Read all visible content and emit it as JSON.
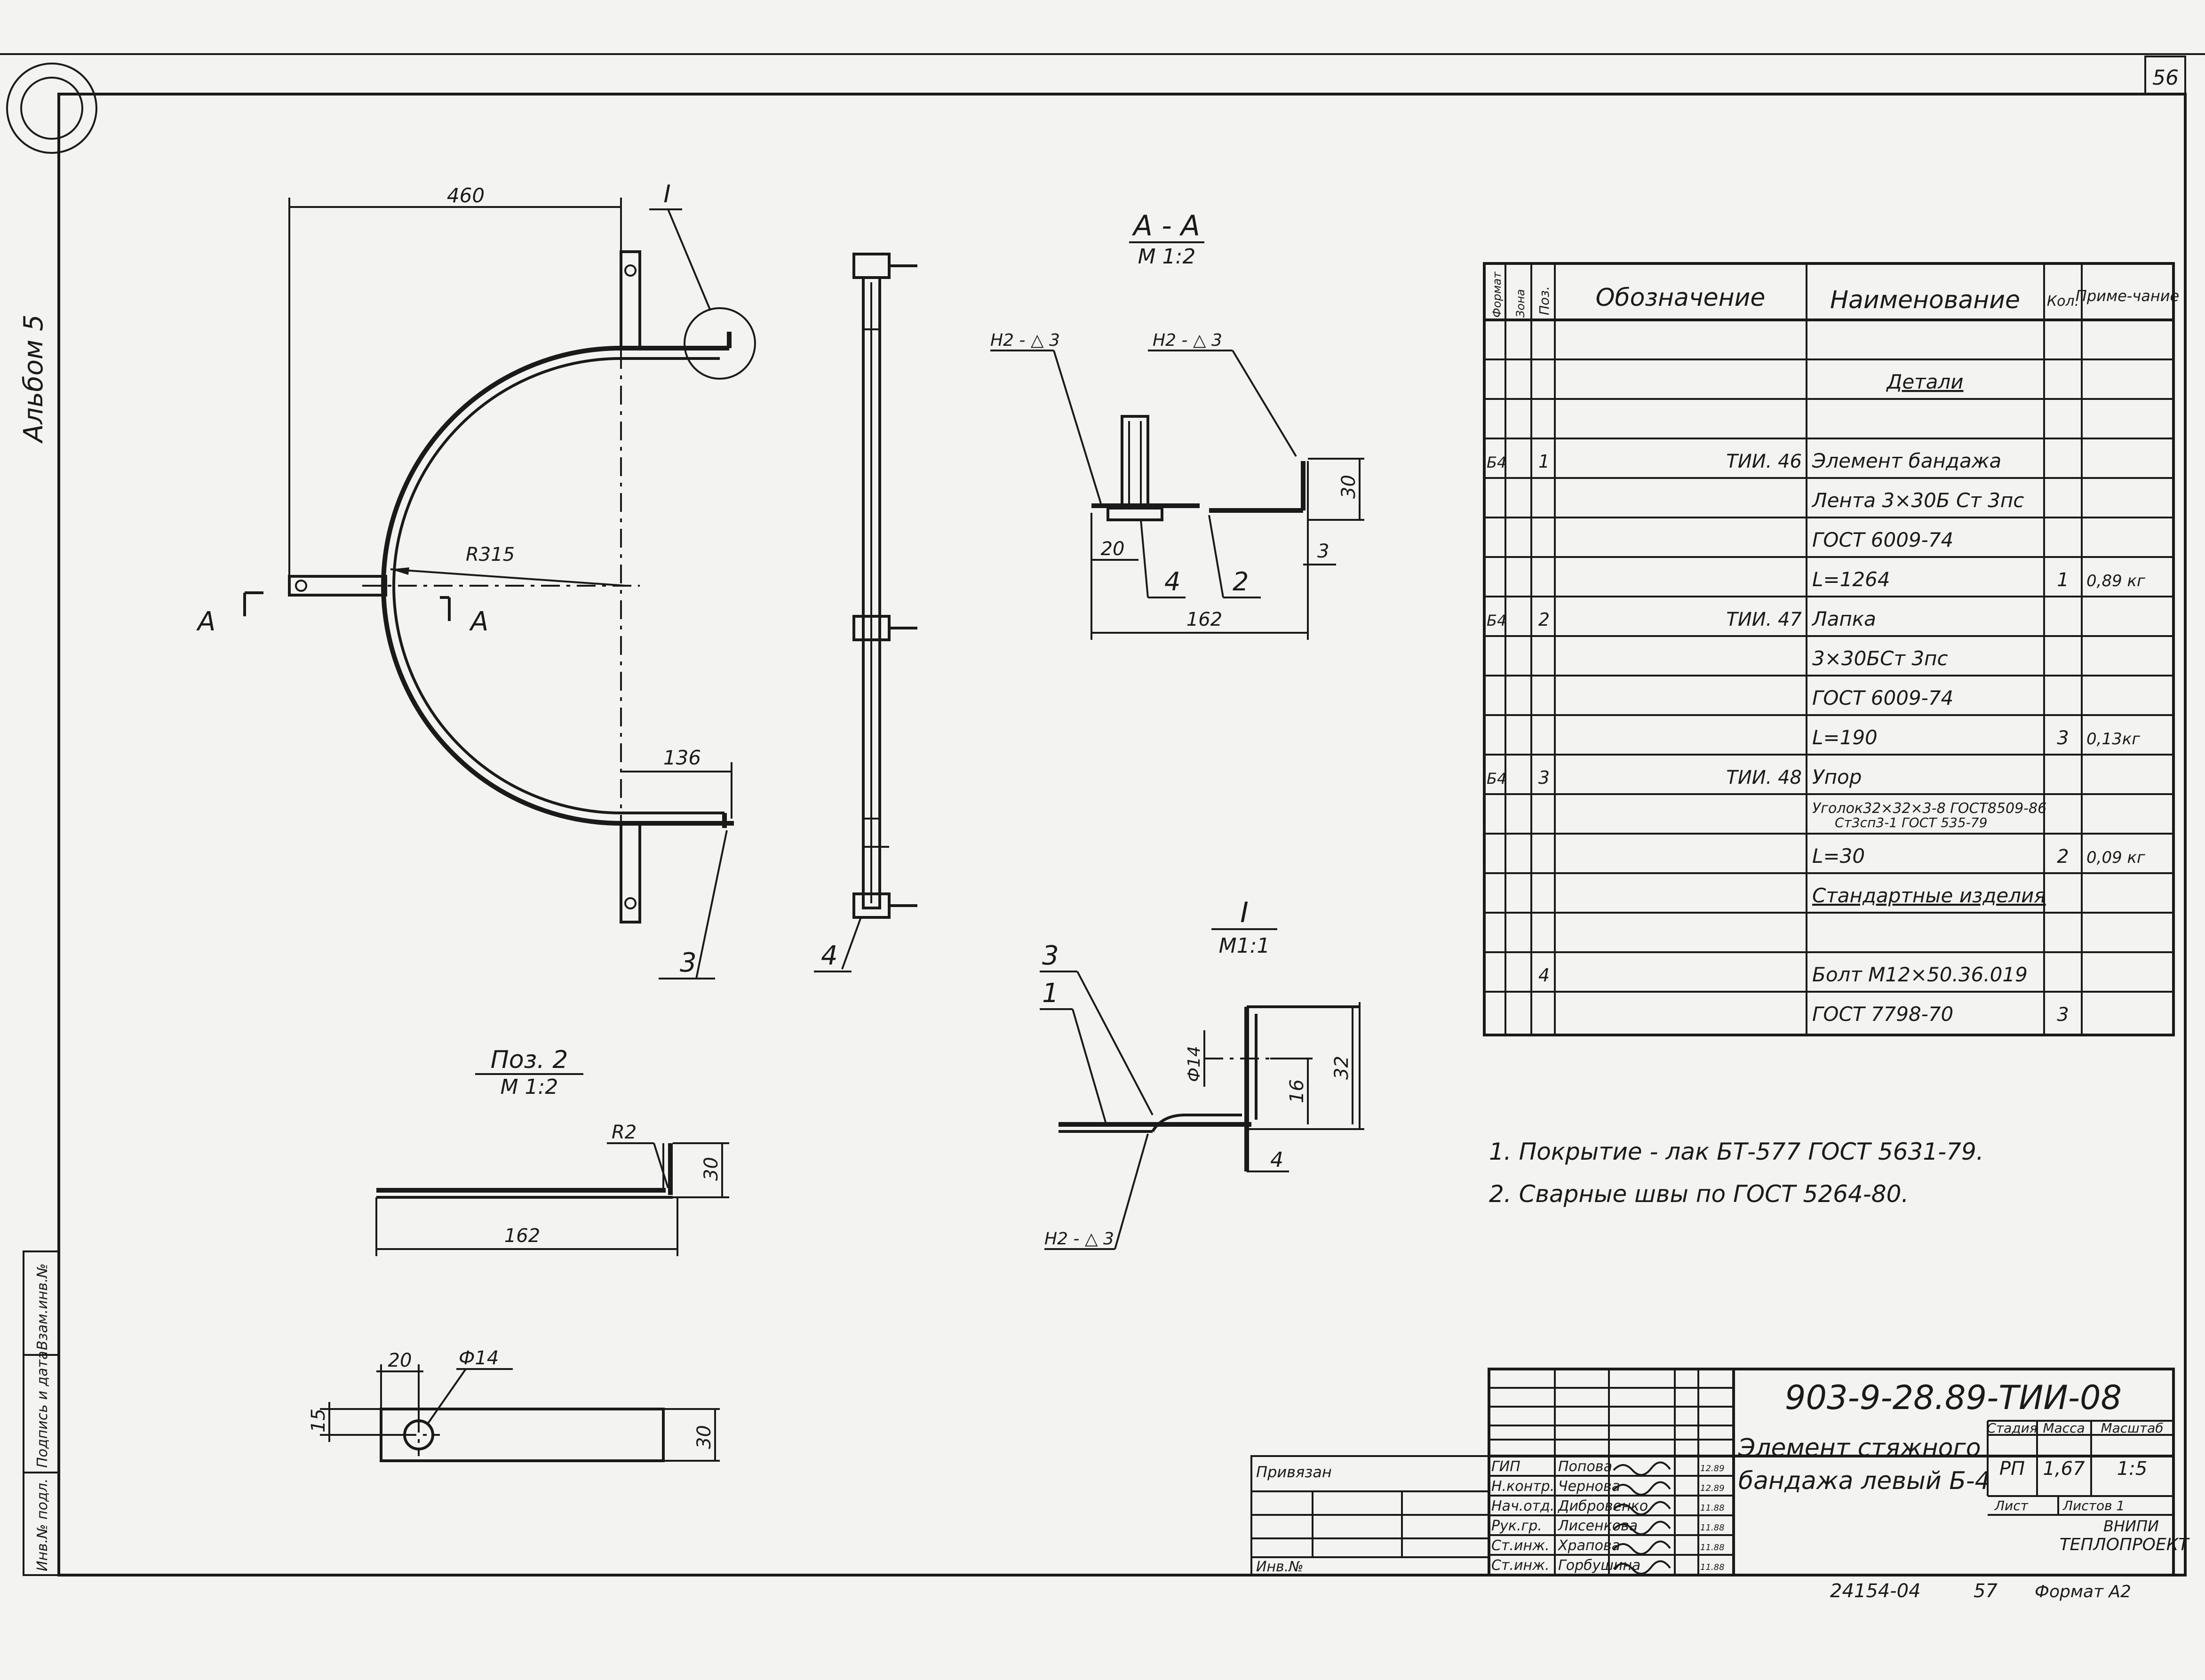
{
  "sheet": {
    "sheet_number": "56",
    "album": "Альбом 5",
    "bottom_numbers": {
      "code": "24154-04",
      "page": "57",
      "format": "Формат А2"
    },
    "side_stamp": [
      "Инв.№ подл.",
      "Подпись и дата",
      "Взам.инв.№"
    ]
  },
  "views": {
    "main": {
      "dim_460": "460",
      "dim_136": "136",
      "radius": "R315",
      "callout": "I",
      "pos_3": "3",
      "section_mark": "А"
    },
    "side": {
      "pos_4": "4"
    },
    "section_aa": {
      "title": "А - А",
      "scale": "М 1:2",
      "weld_1": "Н2 - △ 3",
      "weld_2": "Н2 - △ 3",
      "dim_20": "20",
      "dim_162": "162",
      "dim_30": "30",
      "dim_3": "3",
      "pos_4": "4",
      "pos_2": "2"
    },
    "detail_i": {
      "title": "I",
      "scale": "М1:1",
      "pos_3": "3",
      "pos_1": "1",
      "dim_d14": "Ф14",
      "dim_16": "16",
      "dim_32": "32",
      "dim_4": "4",
      "weld": "Н2 - △ 3"
    },
    "pos2": {
      "title": "Поз. 2",
      "scale": "М 1:2",
      "radius": "R2",
      "dim_30": "30",
      "dim_162": "162"
    },
    "plate": {
      "dim_20": "20",
      "dim_d14": "Ф14",
      "dim_15": "15",
      "dim_30": "30"
    }
  },
  "spec": {
    "headers": {
      "format": "Формат",
      "zone": "Зона",
      "pos": "Поз.",
      "designation": "Обозначение",
      "name": "Наименование",
      "qty": "Кол.",
      "note": "Приме-чание"
    },
    "rows": [
      {
        "f": "",
        "p": "",
        "d": "",
        "n": "",
        "q": "",
        "m": ""
      },
      {
        "f": "",
        "p": "",
        "d": "",
        "n": "Детали",
        "q": "",
        "m": ""
      },
      {
        "f": "",
        "p": "",
        "d": "",
        "n": "",
        "q": "",
        "m": ""
      },
      {
        "f": "Б4",
        "p": "1",
        "d": "ТИИ. 46",
        "n": "Элемент бандажа",
        "q": "",
        "m": ""
      },
      {
        "f": "",
        "p": "",
        "d": "",
        "n": "Лента 3×30Б Ст 3пс",
        "q": "",
        "m": ""
      },
      {
        "f": "",
        "p": "",
        "d": "",
        "n": "ГОСТ 6009-74",
        "q": "",
        "m": ""
      },
      {
        "f": "",
        "p": "",
        "d": "",
        "n": "L=1264",
        "q": "1",
        "m": "0,89 кг"
      },
      {
        "f": "Б4",
        "p": "2",
        "d": "ТИИ. 47",
        "n": "Лапка",
        "q": "",
        "m": ""
      },
      {
        "f": "",
        "p": "",
        "d": "",
        "n": "3×30БСт 3пс",
        "q": "",
        "m": ""
      },
      {
        "f": "",
        "p": "",
        "d": "",
        "n": "ГОСТ 6009-74",
        "q": "",
        "m": ""
      },
      {
        "f": "",
        "p": "",
        "d": "",
        "n": "L=190",
        "q": "3",
        "m": "0,13кг"
      },
      {
        "f": "Б4",
        "p": "3",
        "d": "ТИИ. 48",
        "n": "Упор",
        "q": "",
        "m": ""
      },
      {
        "f": "",
        "p": "",
        "d": "",
        "n": "Уголок32×32×3-8 ГОСТ8509-86",
        "n2": "Ст3сп3-1 ГОСТ 535-79",
        "q": "",
        "m": ""
      },
      {
        "f": "",
        "p": "",
        "d": "",
        "n": "L=30",
        "q": "2",
        "m": "0,09 кг"
      },
      {
        "f": "",
        "p": "",
        "d": "",
        "n": "Стандартные изделия",
        "q": "",
        "m": ""
      },
      {
        "f": "",
        "p": "",
        "d": "",
        "n": "",
        "q": "",
        "m": ""
      },
      {
        "f": "",
        "p": "4",
        "d": "",
        "n": "Болт М12×50.36.019",
        "q": "",
        "m": ""
      },
      {
        "f": "",
        "p": "",
        "d": "",
        "n": "ГОСТ 7798-70",
        "q": "3",
        "m": ""
      }
    ]
  },
  "notes": [
    "1. Покрытие - лак БТ-577 ГОСТ 5631-79.",
    "2. Сварные швы по ГОСТ 5264-80."
  ],
  "title_block": {
    "code": "903-9-28.89-ТИИ-08",
    "title_line1": "Элемент стяжного",
    "title_line2": "бандажа левый Б-4",
    "stage_label": "Стадия",
    "mass_label": "Масса",
    "scale_label": "Масштаб",
    "stage": "РП",
    "mass": "1,67",
    "scale": "1:5",
    "sheet_label": "Лист",
    "sheets_label": "Листов 1",
    "org_line1": "ВНИПИ",
    "org_line2": "ТЕПЛОПРОЕКТ",
    "privyazan": "Привязан",
    "inv_no": "Инв.№",
    "staff": [
      {
        "role": "ГИП",
        "name": "Попова",
        "date": "12.89"
      },
      {
        "role": "Н.контр.",
        "name": "Чернова",
        "date": "12.89"
      },
      {
        "role": "Нач.отд.",
        "name": "Дибровенко",
        "date": "11.88"
      },
      {
        "role": "Рук.гр.",
        "name": "Лисенкова",
        "date": "11.88"
      },
      {
        "role": "Ст.инж.",
        "name": "Храпова",
        "date": "11.88"
      },
      {
        "role": "Ст.инж.",
        "name": "Горбушина",
        "date": "11.88"
      }
    ]
  }
}
